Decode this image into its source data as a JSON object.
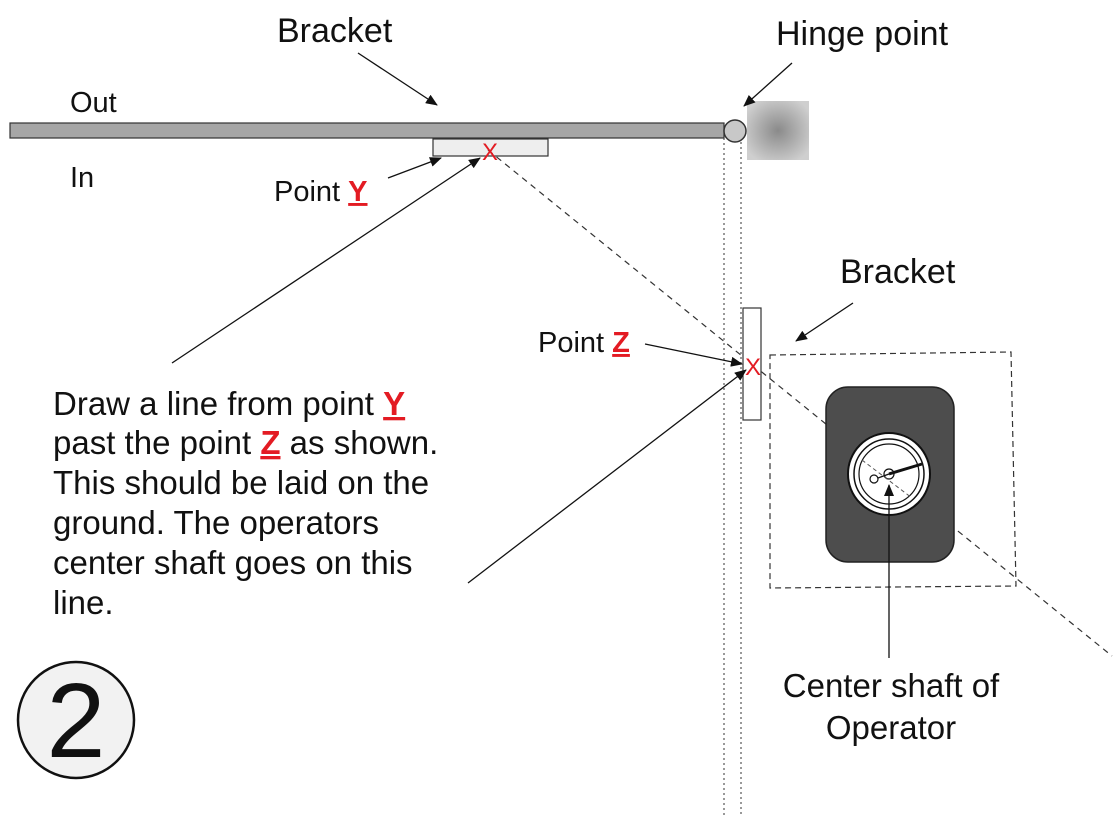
{
  "labels": {
    "bracket_top": "Bracket",
    "hinge_point": "Hinge point",
    "out": "Out",
    "in": "In",
    "point_y_prefix": "Point ",
    "point_y_letter": "Y",
    "bracket_right": "Bracket",
    "point_z_prefix": "Point ",
    "point_z_letter": "Z",
    "center_shaft_line1": "Center shaft of",
    "center_shaft_line2": "Operator",
    "step_number": "2",
    "marker_x": "X"
  },
  "instruction": {
    "line1_prefix": "Draw a line from point ",
    "line1_letter": "Y",
    "line2_prefix": "past the point ",
    "line2_letter": "Z",
    "line2_suffix": " as shown.",
    "line3": "This should be laid on the",
    "line4": "ground. The operators",
    "line5": "center shaft goes on this",
    "line6": "line."
  },
  "colors": {
    "accent_red": "#e31b23",
    "gate_gray": "#a6a6a6",
    "operator_dark": "#4d4d4d",
    "bracket_light": "#eeeeee",
    "hinge_post": "#b3b3b3"
  }
}
